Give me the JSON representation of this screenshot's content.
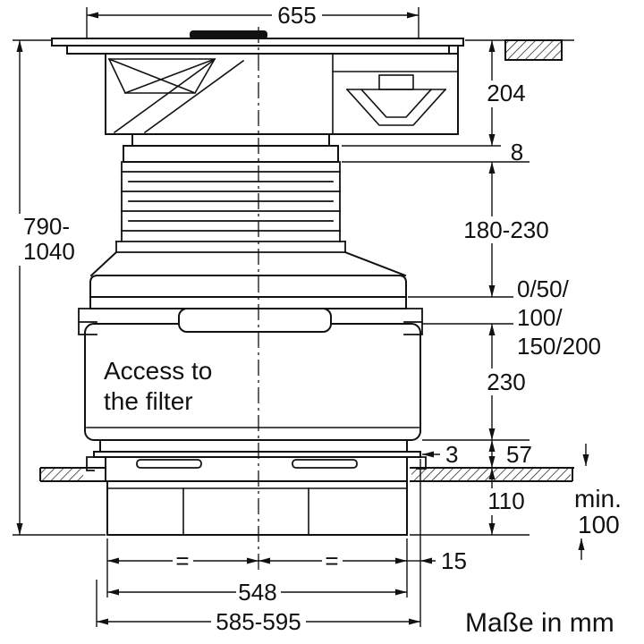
{
  "drawing": {
    "units_note": "Maße in mm",
    "filter_access_line1": "Access to",
    "filter_access_line2": "the filter"
  },
  "dimensions": {
    "top_width": "655",
    "overall_height_line1": "790-",
    "overall_height_line2": "1040",
    "hob_section_height": "204",
    "flange_thickness": "8",
    "duct_height_range": "180-230",
    "spacer_line1": "0/50/",
    "spacer_line2": "100/",
    "spacer_line3": "150/200",
    "filter_section_height": "230",
    "panel_gap": "3",
    "plinth_upper_height": "57",
    "base_section_height": "110",
    "clearance_prefix": "min.",
    "clearance_value": "100",
    "equal_spacing_left": "=",
    "equal_spacing_right": "=",
    "edge_offset": "15",
    "inner_width": "548",
    "cutout_width_range": "585-595"
  }
}
